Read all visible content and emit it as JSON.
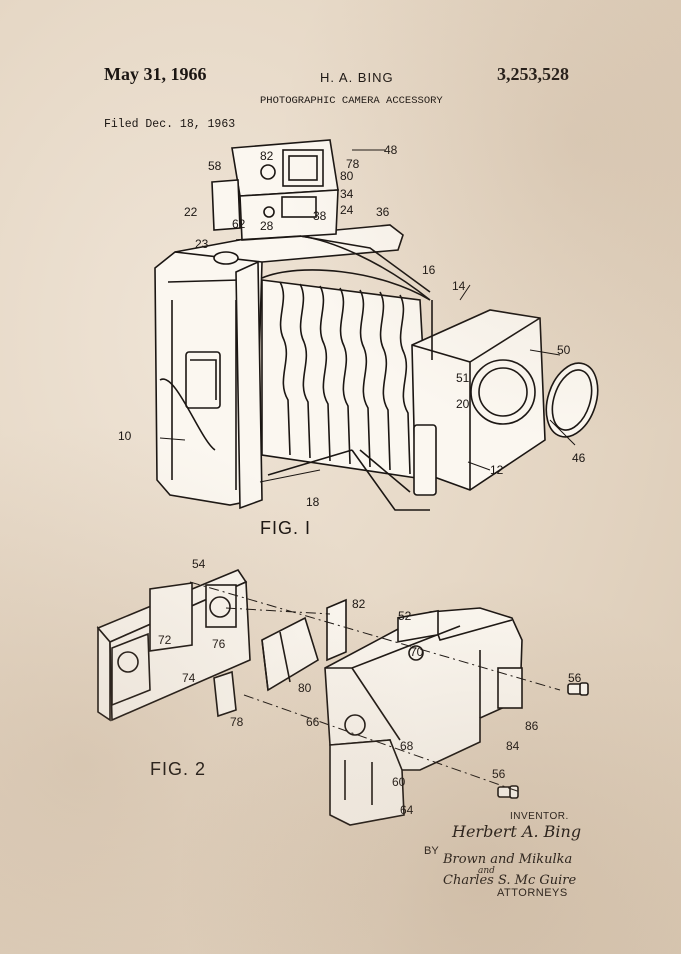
{
  "header": {
    "date": "May 31, 1966",
    "inventor": "H. A. BING",
    "patent_number": "3,253,528",
    "title": "PHOTOGRAPHIC CAMERA ACCESSORY",
    "filed": "Filed Dec. 18, 1963"
  },
  "figures": {
    "fig1_label": "FIG. I",
    "fig2_label": "FIG. 2"
  },
  "fig1_refs": [
    "48",
    "58",
    "82",
    "78",
    "80",
    "34",
    "22",
    "62",
    "28",
    "38",
    "24",
    "36",
    "23",
    "16",
    "14",
    "50",
    "51",
    "20",
    "10",
    "46",
    "12",
    "18"
  ],
  "fig2_refs": [
    "54",
    "82",
    "52",
    "72",
    "76",
    "70",
    "74",
    "80",
    "56",
    "78",
    "66",
    "86",
    "84",
    "68",
    "56",
    "60",
    "64"
  ],
  "signature": {
    "inventor_label": "INVENTOR.",
    "inventor_name": "Herbert A. Bing",
    "by_label": "BY",
    "attorney_line1": "Brown and Mikulka",
    "attorney_and": "and",
    "attorney_line2": "Charles S. Mc Guire",
    "attorneys_label": "ATTORNEYS"
  }
}
